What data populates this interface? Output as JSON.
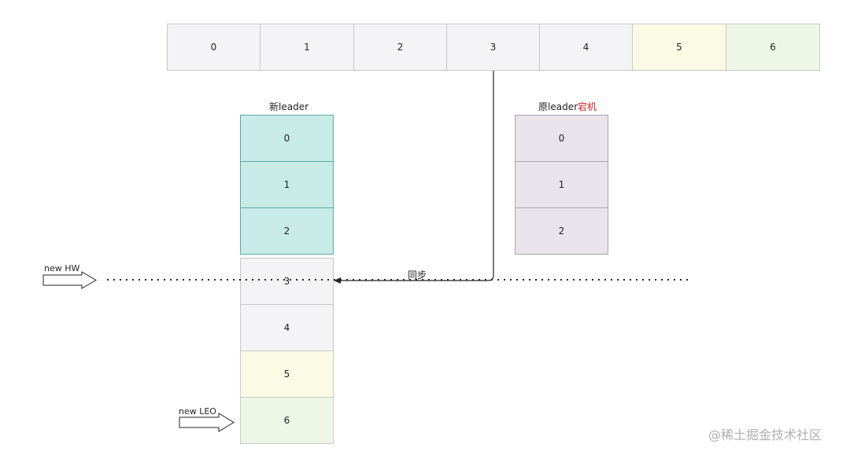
{
  "top_array": {
    "cells": [
      {
        "label": "0",
        "color": "#f4f4f7"
      },
      {
        "label": "1",
        "color": "#f4f4f7"
      },
      {
        "label": "2",
        "color": "#f4f4f7"
      },
      {
        "label": "3",
        "color": "#f4f4f7"
      },
      {
        "label": "4",
        "color": "#f4f4f7"
      },
      {
        "label": "5",
        "color": "#fbfbe5"
      },
      {
        "label": "6",
        "color": "#eef7e5"
      }
    ]
  },
  "new_leader": {
    "title": "新leader",
    "cells": [
      "0",
      "1",
      "2",
      "3",
      "4",
      "5",
      "6"
    ]
  },
  "old_leader": {
    "title_prefix": "原leader",
    "title_suffix": "宕机",
    "cells": [
      "0",
      "1",
      "2"
    ]
  },
  "sync_label": "同步",
  "markers": {
    "hw": "new HW",
    "leo": "new LEO"
  },
  "watermark": "@稀土掘金技术社区",
  "colors": {
    "teal": "#c8ebe7",
    "lilac": "#e9e4ec",
    "gray": "#f4f4f7",
    "yellow": "#fbfbe5",
    "green": "#eef7e5",
    "crash_red": "#d02020"
  }
}
